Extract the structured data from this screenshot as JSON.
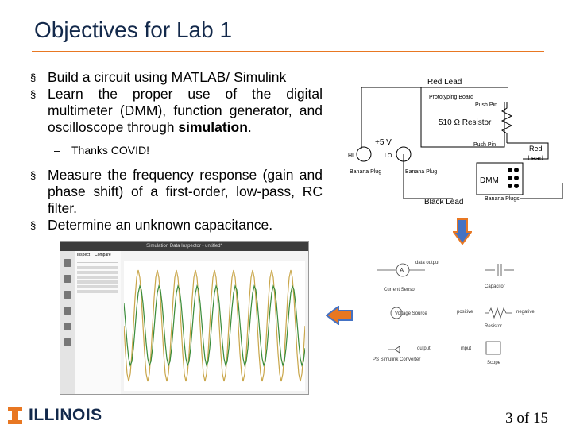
{
  "slide": {
    "title": "Objectives for Lab 1",
    "bullets": [
      {
        "text": "Build a circuit using MATLAB/ Simulink"
      },
      {
        "text_prefix": "Learn the proper use of the digital multimeter (DMM), function generator, and oscilloscope through ",
        "text_bold": "simulation",
        "text_suffix": "."
      },
      {
        "text": "Measure the frequency response (gain and phase shift) of a first-order, low-pass, RC filter."
      },
      {
        "text": "Determine an unknown capacitance."
      }
    ],
    "sub_bullet": "Thanks COVID!",
    "bullet_marker": "§",
    "sub_marker": "–",
    "page_number": "3 of 15",
    "logo_text": "ILLINOIS"
  },
  "circuit": {
    "red_lead": "Red Lead",
    "proto_board": "Prototyping Board",
    "push_pin_top": "Push Pin",
    "resistor": "510 Ω Resistor",
    "push_pin_bottom": "Push Pin",
    "plus5v": "+5 V",
    "hi": "HI",
    "lo": "LO",
    "banana_plug_left": "Banana Plug",
    "banana_plug_mid": "Banana Plug",
    "banana_plugs_right": "Banana Plugs",
    "red_right_1": "Red",
    "red_right_2": "Lead",
    "dmm": "DMM",
    "black_lead": "Black Lead"
  },
  "simulink_lib": {
    "current_sensor": "Current Sensor",
    "capacitor": "Capacitor",
    "voltage_source": "Voltage Source",
    "resistor": "Resistor",
    "ps_converter": "PS Simulink Converter",
    "scope": "Scope",
    "positive": "positive",
    "negative": "negative",
    "data_output": "data output",
    "input": "input",
    "output": "output"
  },
  "sim_inspector": {
    "window_title": "Simulation Data Inspector - untitled*",
    "tab_inspect": "Inspect",
    "tab_compare": "Compare"
  },
  "colors": {
    "title": "#13294b",
    "accent": "#e87722",
    "arrow_blue": "#4472c4",
    "arrow_orange": "#e87722",
    "wave_green": "#3a8c3a",
    "wave_gold": "#c9a64a"
  }
}
